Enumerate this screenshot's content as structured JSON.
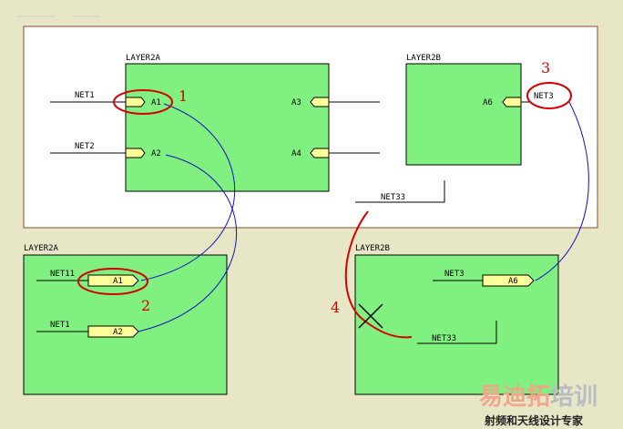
{
  "top_sheet": {
    "layer2a": {
      "title": "LAYER2A",
      "ports": {
        "a1": "A1",
        "a2": "A2",
        "a3": "A3",
        "a4": "A4"
      },
      "nets": {
        "a1": "NET1",
        "a2": "NET2"
      }
    },
    "layer2b": {
      "title": "LAYER2B",
      "ports": {
        "a6": "A6"
      },
      "nets": {
        "a6": "NET3"
      }
    },
    "net33": "NET33"
  },
  "sub_layer2a": {
    "title": "LAYER2A",
    "ports": {
      "a1": "A1",
      "a2": "A2"
    },
    "nets": {
      "a1": "NET11",
      "a2": "NET1"
    }
  },
  "sub_layer2b": {
    "title": "LAYER2B",
    "ports": {
      "a6": "A6"
    },
    "nets": {
      "a6": "NET3",
      "net33": "NET33"
    }
  },
  "callouts": {
    "c1": "1",
    "c2": "2",
    "c3": "3",
    "c4": "4"
  },
  "watermark": {
    "logo": "易迪拓培训",
    "tagline": "射频和天线设计专家"
  },
  "colors": {
    "background": "#e7e7c8",
    "sheet": "#ffffff",
    "block_fill": "#80f080",
    "port_fill": "#ffff99",
    "connection_line": "#1010c0",
    "highlight_red": "#d40000"
  }
}
